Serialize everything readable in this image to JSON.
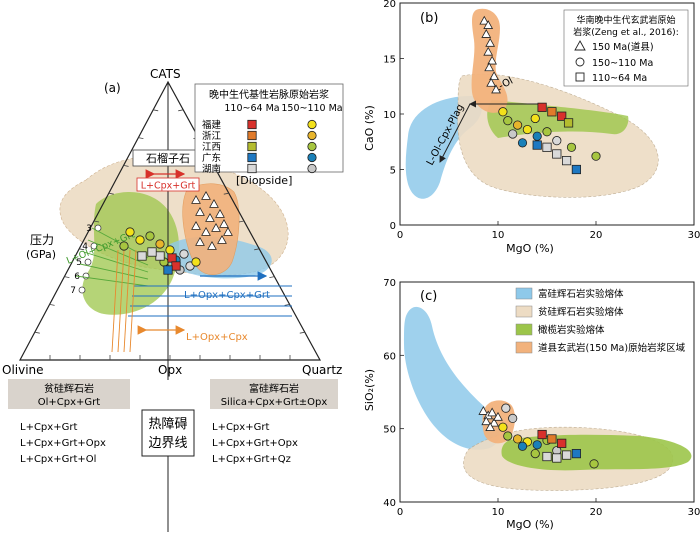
{
  "panel_a": {
    "label": "(a)",
    "apex_top": "CATS",
    "apex_left": "Olivine",
    "apex_right": "Quartz",
    "base_mid": "Opx",
    "diopside": "[Diopside]",
    "garnet_label": "石榴子石",
    "garnet_reaction": "L+Cpx+Grt",
    "pressure_label": "压力",
    "pressure_unit": "(GPa)",
    "pressure_ticks": [
      "3",
      "4",
      "5",
      "6",
      "7"
    ],
    "reaction_ol": "L+Ol+Cpx+Grt",
    "reaction_opx": "L+Opx+Cpx+Grt",
    "reaction_opx_cpx": "L+Opx+Cpx",
    "legend": {
      "title": "晚中生代基性岩脉原始岩浆",
      "col1": "110~64 Ma",
      "col2": "150~110 Ma",
      "rows": [
        {
          "name": "福建",
          "c1": "#d8312c",
          "c2": "#f3e11b"
        },
        {
          "name": "浙江",
          "c1": "#e07a2a",
          "c2": "#e8b52c"
        },
        {
          "name": "江西",
          "c1": "#b4bc2e",
          "c2": "#a7c640"
        },
        {
          "name": "广东",
          "c1": "#1e78c2",
          "c2": "#1a80b8"
        },
        {
          "name": "湖南",
          "c1": "#d9d9d9",
          "c2": "#c9c9c9"
        }
      ]
    },
    "bottom_left_box": {
      "title": "贫硅辉石岩",
      "sub": "Ol+Cpx+Grt"
    },
    "bottom_right_box": {
      "title": "富硅辉石岩",
      "sub": "Silica+Cpx+Grt±Opx"
    },
    "thermal_divide": [
      "热障碍",
      "边界线"
    ],
    "left_assemblages": [
      "L+Cpx+Grt",
      "L+Cpx+Grt+Opx",
      "L+Cpx+Grt+Ol"
    ],
    "right_assemblages": [
      "L+Cpx+Grt",
      "L+Cpx+Grt+Opx",
      "L+Cpx+Grt+Qz"
    ]
  },
  "panel_b": {
    "label": "(b)",
    "xlabel": "MgO (%)",
    "ylabel": "CaO (%)",
    "xticks": [
      "0",
      "10",
      "20",
      "30"
    ],
    "yticks": [
      "0",
      "5",
      "10",
      "15",
      "20"
    ],
    "legend_title": [
      "华南晚中生代玄武岩原始",
      "岩浆(Zeng et al., 2016):"
    ],
    "legend_items": [
      "150 Ma(道县)",
      "150~110 Ma",
      "110~64 Ma"
    ],
    "trend_ol": "L-Ol",
    "trend_olcpxplag": "L-Ol-Cpx-Plag"
  },
  "panel_c": {
    "label": "(c)",
    "xlabel": "MgO (%)",
    "ylabel": "SiO₂(%)",
    "xticks": [
      "0",
      "10",
      "20",
      "30"
    ],
    "yticks": [
      "40",
      "50",
      "60",
      "70"
    ],
    "legend_items": [
      {
        "label": "富硅辉石岩实验熔体",
        "color": "#8ec9ea"
      },
      {
        "label": "贫硅辉石岩实验熔体",
        "color": "#eddcc4"
      },
      {
        "label": "橄榄岩实验熔体",
        "color": "#9cc54a"
      },
      {
        "label": "道县玄武岩(150 Ma)原始岩浆区域",
        "color": "#f2b27c"
      }
    ]
  }
}
